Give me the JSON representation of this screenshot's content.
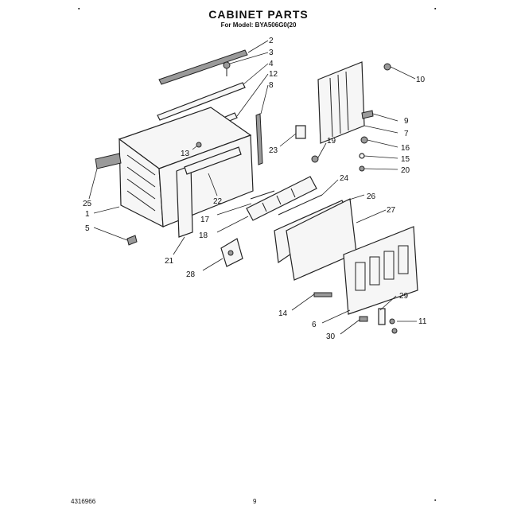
{
  "title": "CABINET PARTS",
  "subtitle": "For Model: BYA506G0(20",
  "doc_number": "4316966",
  "page_number": "9",
  "callouts": [
    "2",
    "3",
    "4",
    "12",
    "8",
    "10",
    "9",
    "7",
    "16",
    "15",
    "20",
    "19",
    "23",
    "13",
    "25",
    "1",
    "5",
    "22",
    "24",
    "26",
    "17",
    "18",
    "27",
    "21",
    "28",
    "14",
    "29",
    "6",
    "11",
    "30"
  ]
}
